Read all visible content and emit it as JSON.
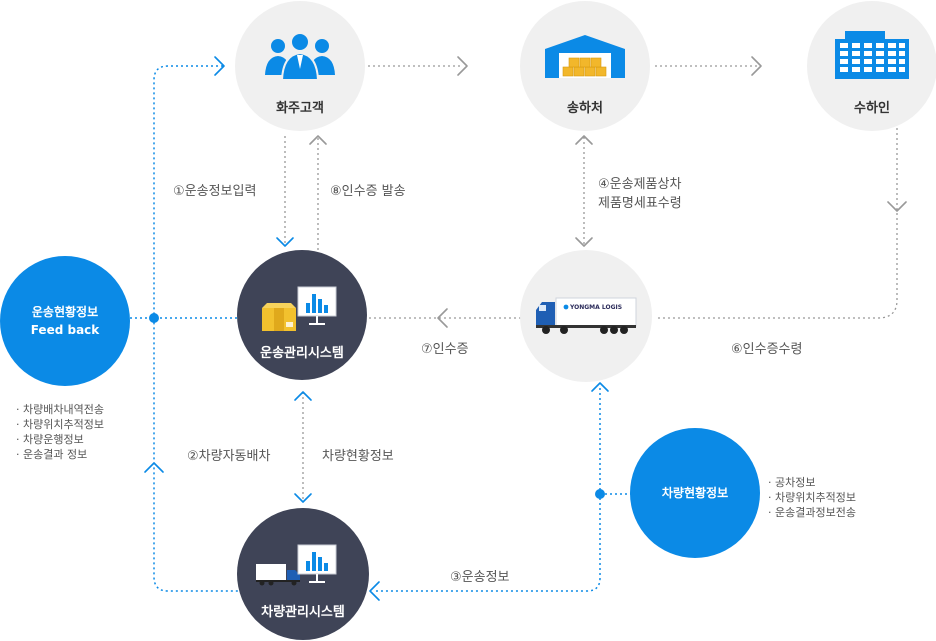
{
  "nodes": {
    "shipper": {
      "title": "화주고객"
    },
    "loading": {
      "title": "송하처"
    },
    "unloading": {
      "title": "수하인"
    },
    "tms": {
      "title": "운송관리시스템"
    },
    "vms": {
      "title": "차량관리시스템"
    },
    "truck": {
      "logo": "YONGMA LOGIS"
    },
    "feedback": {
      "line1": "운송현황정보",
      "line2": "Feed back"
    },
    "vehicle_status": {
      "title": "차량현황정보"
    }
  },
  "flow_labels": {
    "step1": "①운송정보입력",
    "step8": "⑧인수증 발송",
    "step4_line1": "④운송제품상차",
    "step4_line2": "제품명세표수령",
    "step7": "⑦인수증",
    "step6": "⑥인수증수령",
    "step2": "②차량자동배차",
    "vehicle_info": "차량현황정보",
    "step3": "③운송정보"
  },
  "feedback_items": [
    "차량배차내역전송",
    "차량위치추적정보",
    "차량운행정보",
    "운송결과 정보"
  ],
  "vehicle_items": [
    "공차정보",
    "차량위치추적정보",
    "운송결과정보전송"
  ],
  "colors": {
    "blue": "#0b8ae6",
    "dark": "#3f4457",
    "grey": "#f0f0f0",
    "connector": "#999999"
  },
  "icons": [
    "people-icon",
    "warehouse-icon",
    "building-icon",
    "boxes-icon",
    "monitor-chart-icon",
    "truck-icon"
  ]
}
